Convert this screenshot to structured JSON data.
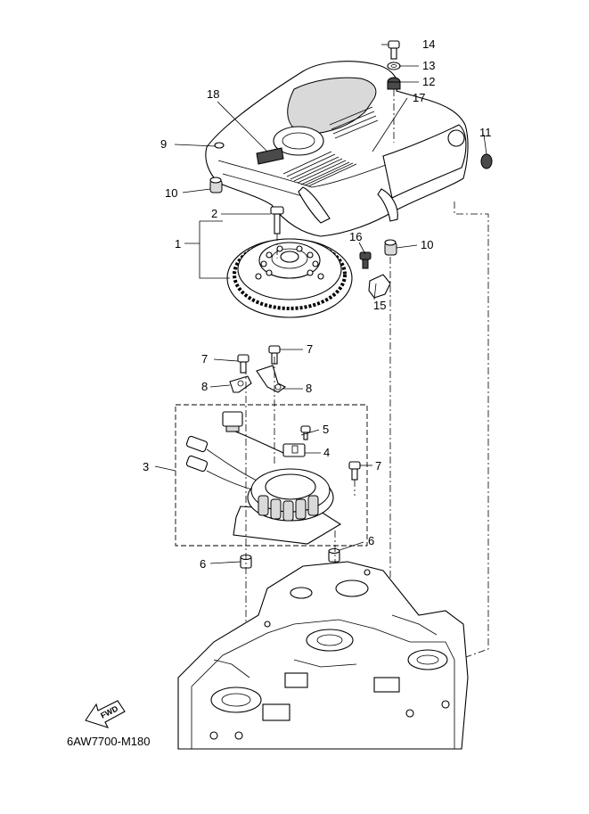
{
  "diagram": {
    "drawing_code": "6AW7700-M180",
    "fwd_label": "FWD",
    "callouts": [
      {
        "id": "c1",
        "label": "1"
      },
      {
        "id": "c2",
        "label": "2"
      },
      {
        "id": "c3",
        "label": "3"
      },
      {
        "id": "c4",
        "label": "4"
      },
      {
        "id": "c5",
        "label": "5"
      },
      {
        "id": "c6a",
        "label": "6"
      },
      {
        "id": "c6b",
        "label": "6"
      },
      {
        "id": "c7a",
        "label": "7"
      },
      {
        "id": "c7b",
        "label": "7"
      },
      {
        "id": "c7c",
        "label": "7"
      },
      {
        "id": "c8a",
        "label": "8"
      },
      {
        "id": "c8b",
        "label": "8"
      },
      {
        "id": "c9",
        "label": "9"
      },
      {
        "id": "c10a",
        "label": "10"
      },
      {
        "id": "c10b",
        "label": "10"
      },
      {
        "id": "c11",
        "label": "11"
      },
      {
        "id": "c12",
        "label": "12"
      },
      {
        "id": "c13",
        "label": "13"
      },
      {
        "id": "c14",
        "label": "14"
      },
      {
        "id": "c15",
        "label": "15"
      },
      {
        "id": "c16",
        "label": "16"
      },
      {
        "id": "c17",
        "label": "17"
      },
      {
        "id": "c18",
        "label": "18"
      }
    ]
  }
}
